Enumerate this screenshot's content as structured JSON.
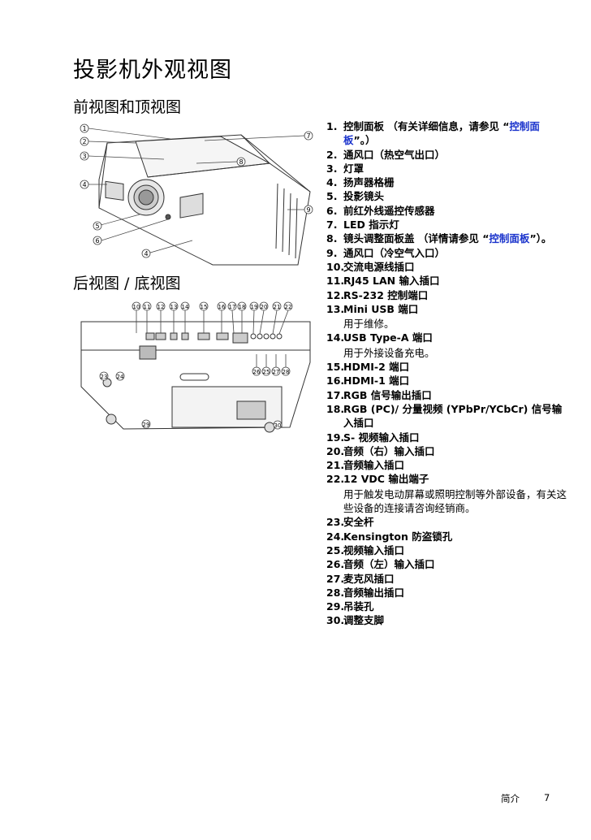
{
  "page": {
    "title": "投影机外观视图",
    "front_subtitle": "前视图和顶视图",
    "rear_subtitle": "后视图 / 底视图",
    "footer_label": "简介",
    "footer_page": "7"
  },
  "front_callouts": [
    "1",
    "2",
    "3",
    "4",
    "5",
    "6",
    "7",
    "8",
    "9",
    "4"
  ],
  "rear_callouts_top": [
    "10",
    "11",
    "12",
    "13",
    "14",
    "15",
    "16",
    "17",
    "18",
    "19",
    "20",
    "21",
    "22"
  ],
  "rear_callouts_side": [
    "23",
    "24",
    "26",
    "25",
    "27",
    "28",
    "29",
    "30"
  ],
  "parts": [
    {
      "num": "1.",
      "text": "控制面板 （有关详细信息，请参见 “",
      "link": "控制面板",
      "tail": "”。）"
    },
    {
      "num": "2.",
      "text": "通风口（热空气出口）"
    },
    {
      "num": "3.",
      "text": "灯罩"
    },
    {
      "num": "4.",
      "text": "扬声器格栅"
    },
    {
      "num": "5.",
      "text": "投影镜头"
    },
    {
      "num": "6.",
      "text": "前红外线遥控传感器"
    },
    {
      "num": "7.",
      "text": "LED 指示灯"
    },
    {
      "num": "8.",
      "text": "镜头调整面板盖 （详情请参见 “",
      "link": "控制面板",
      "tail": "”）。"
    },
    {
      "num": "9.",
      "text": "通风口（冷空气入口）"
    },
    {
      "num": "10.",
      "text": "交流电源线插口"
    },
    {
      "num": "11.",
      "text": "RJ45 LAN 输入插口"
    },
    {
      "num": "12.",
      "text": "RS-232 控制端口"
    },
    {
      "num": "13.",
      "text": "Mini USB 端口",
      "note": "用于维修。"
    },
    {
      "num": "14.",
      "text": "USB Type-A 端口",
      "note": "用于外接设备充电。"
    },
    {
      "num": "15.",
      "text": "HDMI-2 端口"
    },
    {
      "num": "16.",
      "text": "HDMI-1 端口"
    },
    {
      "num": "17.",
      "text": "RGB 信号输出插口"
    },
    {
      "num": "18.",
      "text": "RGB (PC)/ 分量视频 (YPbPr/YCbCr) 信号输入插口"
    },
    {
      "num": "19.",
      "text": "S- 视频输入插口"
    },
    {
      "num": "20.",
      "text": "音频（右）输入插口"
    },
    {
      "num": "21.",
      "text": "音频输入插口"
    },
    {
      "num": "22.",
      "text": "12 VDC 输出端子",
      "note": "用于触发电动屏幕或照明控制等外部设备，有关这些设备的连接请咨询经销商。"
    },
    {
      "num": "23.",
      "text": "安全杆"
    },
    {
      "num": "24.",
      "text": "Kensington 防盗锁孔"
    },
    {
      "num": "25.",
      "text": "视频输入插口"
    },
    {
      "num": "26.",
      "text": "音频（左）输入插口"
    },
    {
      "num": "27.",
      "text": "麦克风插口"
    },
    {
      "num": "28.",
      "text": "音频输出插口"
    },
    {
      "num": "29.",
      "text": "吊装孔"
    },
    {
      "num": "30.",
      "text": "调整支脚"
    }
  ],
  "colors": {
    "link": "#1a33cc",
    "line": "#444444"
  }
}
